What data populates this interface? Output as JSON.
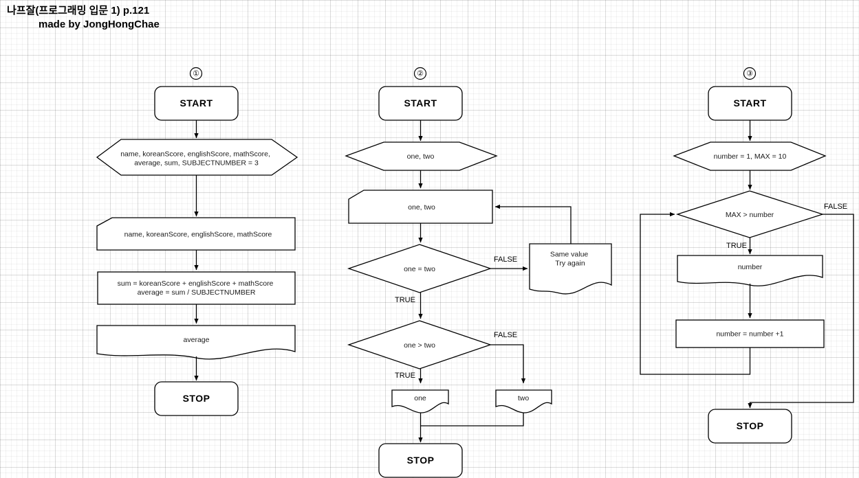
{
  "header": {
    "title_line1": "나프잘(프로그래밍 입문 1) p.121",
    "title_line2": "made by JongHongChae"
  },
  "colors": {
    "stroke": "#000000",
    "fill": "#ffffff",
    "grid_minor": "#f0f0f0",
    "grid_major": "#e5e5e5",
    "text": "#1a1a1a"
  },
  "flowcharts": [
    {
      "number": "①",
      "nodes": {
        "start": "START",
        "declare": "name, koreanScore, englishScore, mathScore,\naverage, sum, SUBJECTNUMBER = 3",
        "declare_line1": "name, koreanScore, englishScore, mathScore,",
        "declare_line2": "average, sum, SUBJECTNUMBER = 3",
        "input": "name, koreanScore, englishScore, mathScore",
        "process_line1": "sum = koreanScore + englishScore + mathScore",
        "process_line2": "average = sum / SUBJECTNUMBER",
        "output": "average",
        "stop": "STOP"
      }
    },
    {
      "number": "②",
      "nodes": {
        "start": "START",
        "declare": "one, two",
        "input": "one, two",
        "decision_equal": "one = two",
        "doc_retry_line1": "Same value",
        "doc_retry_line2": "Try again",
        "decision_greater": "one > two",
        "output_one": "one",
        "output_two": "two",
        "stop": "STOP"
      },
      "edge_labels": {
        "equal_false": "FALSE",
        "equal_true": "TRUE",
        "greater_false": "FALSE",
        "greater_true": "TRUE"
      }
    },
    {
      "number": "③",
      "nodes": {
        "start": "START",
        "declare": "number = 1, MAX = 10",
        "decision": "MAX > number",
        "output": "number",
        "process": "number = number +1",
        "stop": "STOP"
      },
      "edge_labels": {
        "false": "FALSE",
        "true": "TRUE"
      }
    }
  ]
}
